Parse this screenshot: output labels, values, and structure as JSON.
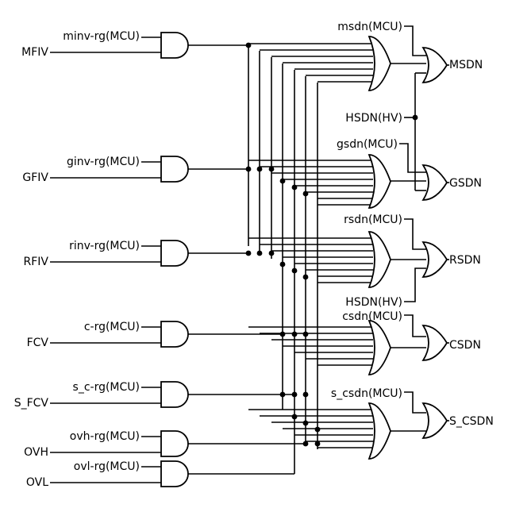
{
  "labels": {
    "minv_rg": "minv-rg(MCU)",
    "mfiv": "MFIV",
    "ginv_rg": "ginv-rg(MCU)",
    "gfiv": "GFIV",
    "rinv_rg": "rinv-rg(MCU)",
    "rfiv": "RFIV",
    "c_rg": "c-rg(MCU)",
    "fcv": "FCV",
    "s_c_rg": "s_c-rg(MCU)",
    "s_fcv": "S_FCV",
    "ovh_rg": "ovh-rg(MCU)",
    "ovh": "OVH",
    "ovl_rg": "ovl-rg(MCU)",
    "ovl": "OVL",
    "msdn_mcu": "msdn(MCU)",
    "msdn": "MSDN",
    "hsdn_hv_top": "HSDN(HV)",
    "gsdn_mcu": "gsdn(MCU)",
    "gsdn": "GSDN",
    "rsdn_mcu": "rsdn(MCU)",
    "rsdn": "RSDN",
    "hsdn_hv_bottom": "HSDN(HV)",
    "csdn_mcu": "csdn(MCU)",
    "csdn": "CSDN",
    "s_csdn_mcu": "s_csdn(MCU)",
    "s_csdn": "S_CSDN"
  }
}
